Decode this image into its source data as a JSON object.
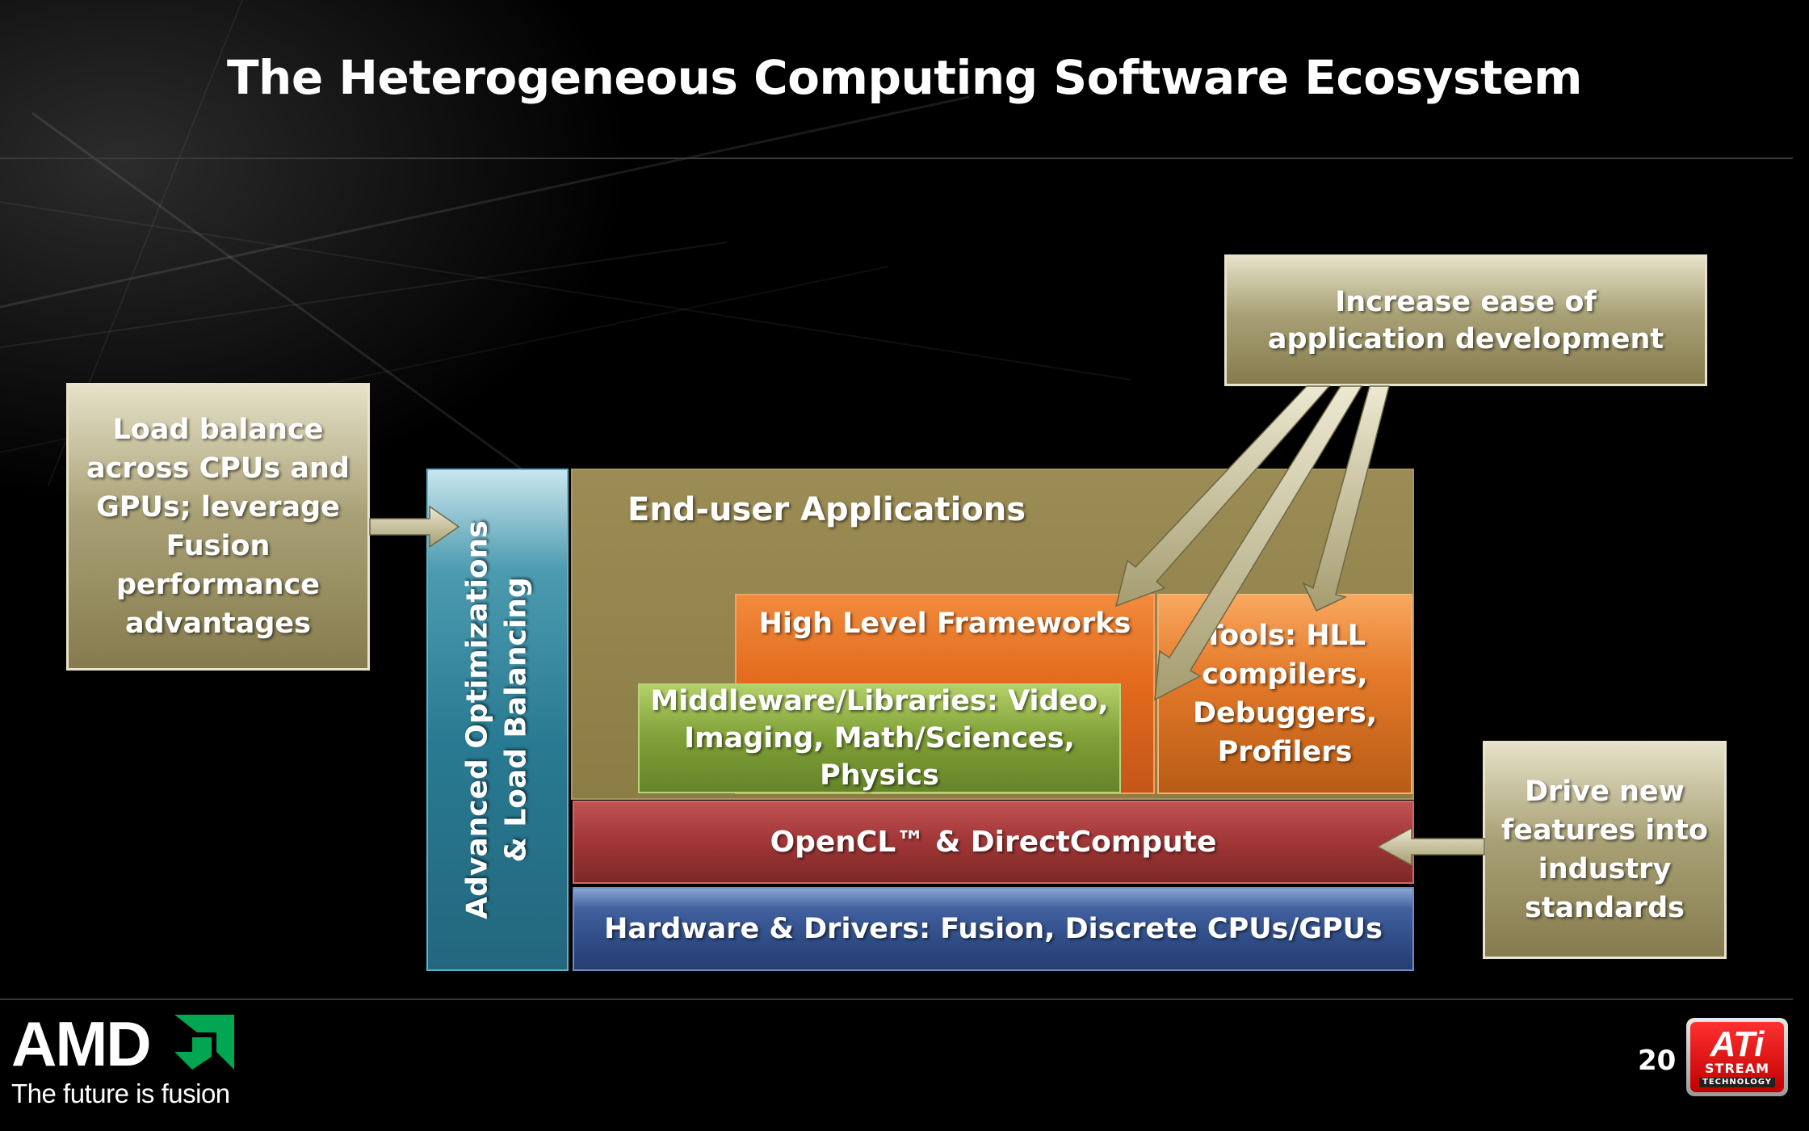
{
  "title": "The Heterogeneous Computing Software Ecosystem",
  "callouts": {
    "load_balance": "Load balance across CPUs and GPUs; leverage Fusion performance advantages",
    "ease": "Increase ease of application development",
    "drive": "Drive new features into industry standards"
  },
  "stack": {
    "optimizations": "Advanced Optimizations & Load Balancing",
    "optimizations_line1": "Advanced Optimizations",
    "optimizations_line2": "& Load Balancing",
    "applications": "End-user Applications",
    "frameworks": "High Level Frameworks",
    "tools": "Tools: HLL compilers, Debuggers, Profilers",
    "middleware": "Middleware/Libraries: Video, Imaging, Math/Sciences, Physics",
    "opencl": "OpenCL™ & DirectCompute",
    "hardware": "Hardware & Drivers: Fusion, Discrete CPUs/GPUs"
  },
  "footer": {
    "brand": "AMD",
    "tagline": "The future is fusion",
    "page": "20",
    "badge_word": "ATi",
    "badge_line": "STREAM",
    "badge_sub": "TECHNOLOGY"
  },
  "colors": {
    "tan": "#a9a176",
    "blue_bar": "#287a92",
    "gold": "#8c7c45",
    "orange": "#e26a1c",
    "green": "#7f9f37",
    "red": "#a43838",
    "navy": "#2f4c86",
    "amd_green": "#00a651"
  }
}
